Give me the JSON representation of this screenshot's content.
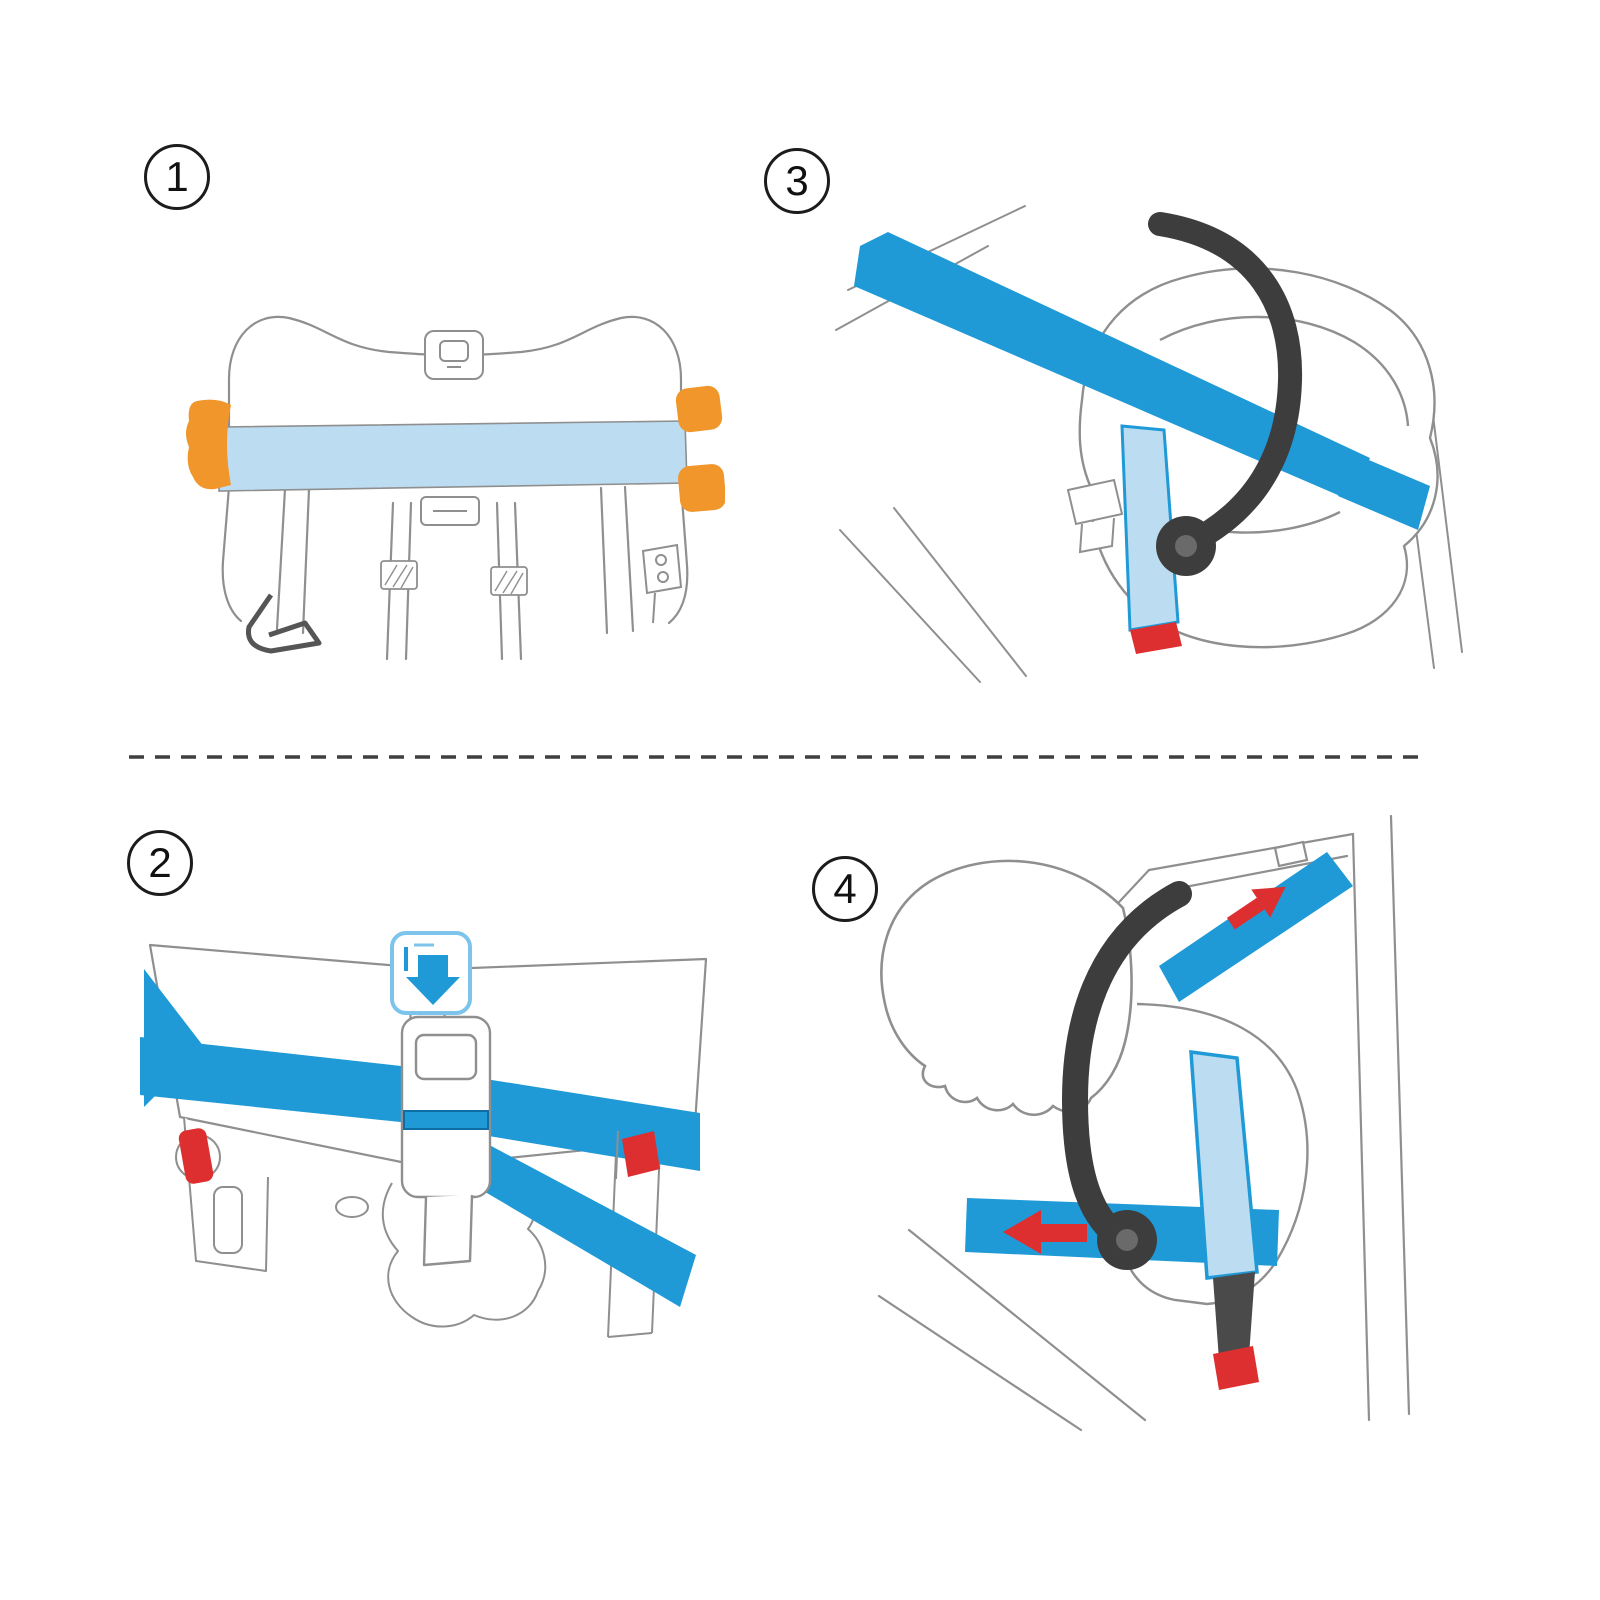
{
  "document": {
    "type": "instruction-diagram",
    "subject": "infant car seat installation with vehicle seat belt"
  },
  "steps": [
    {
      "label": "1"
    },
    {
      "label": "2"
    },
    {
      "label": "3"
    },
    {
      "label": "4"
    }
  ],
  "colors": {
    "belt_blue": "#1f9ad6",
    "belt_light_blue": "#bcdcf2",
    "accent_orange": "#f0962a",
    "accent_red": "#dd2f2f",
    "handle_dark": "#3d3d3d",
    "line_gray": "#8f8f8f",
    "icon_blue": "#7cc4ec",
    "divider_dark": "#3f3f3f"
  },
  "icons": [
    {
      "name": "belt-route-down-icon"
    }
  ]
}
